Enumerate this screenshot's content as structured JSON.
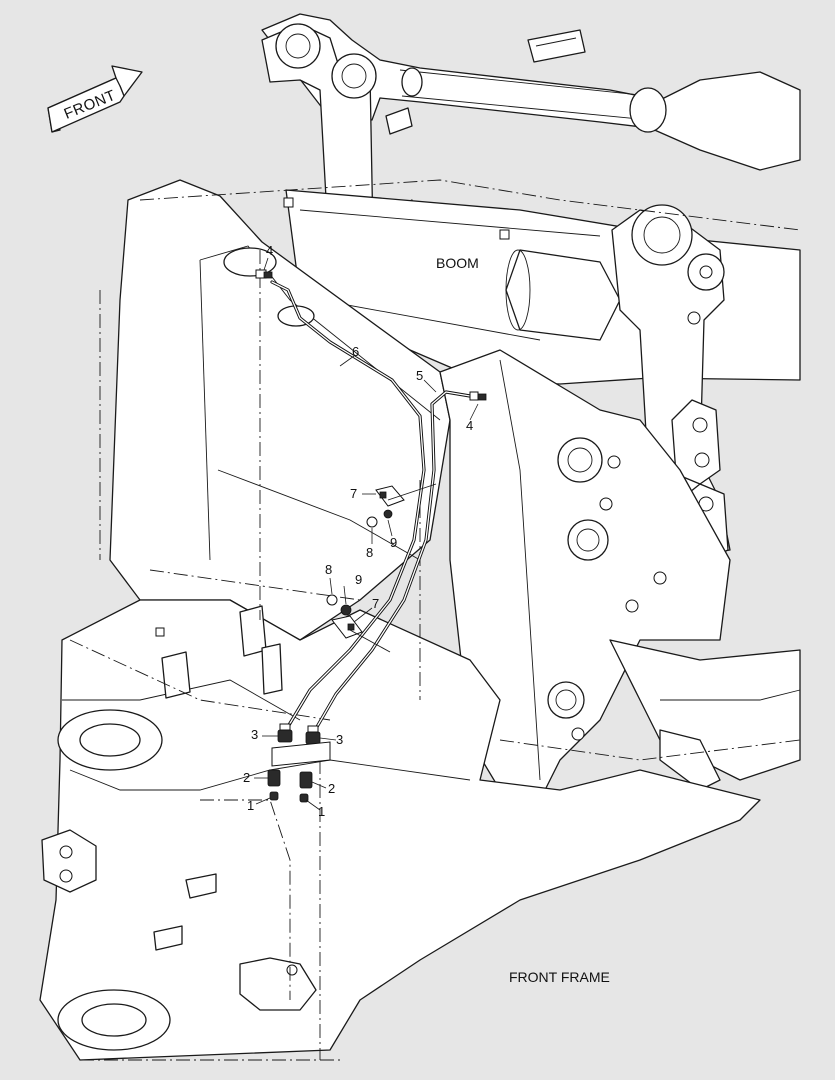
{
  "arrow": {
    "label": "FRONT"
  },
  "area_labels": {
    "boom": "BOOM",
    "front_frame": "FRONT FRAME"
  },
  "callouts": [
    {
      "id": "c4a",
      "text": "4"
    },
    {
      "id": "c6",
      "text": "6"
    },
    {
      "id": "c5",
      "text": "5"
    },
    {
      "id": "c4b",
      "text": "4"
    },
    {
      "id": "c7a",
      "text": "7"
    },
    {
      "id": "c8a",
      "text": "8"
    },
    {
      "id": "c9a",
      "text": "9"
    },
    {
      "id": "c8b",
      "text": "8"
    },
    {
      "id": "c9b",
      "text": "9"
    },
    {
      "id": "c7b",
      "text": "7"
    },
    {
      "id": "c3a",
      "text": "3"
    },
    {
      "id": "c3b",
      "text": "3"
    },
    {
      "id": "c2a",
      "text": "2"
    },
    {
      "id": "c2b",
      "text": "2"
    },
    {
      "id": "c1a",
      "text": "1"
    },
    {
      "id": "c1b",
      "text": "1"
    }
  ]
}
